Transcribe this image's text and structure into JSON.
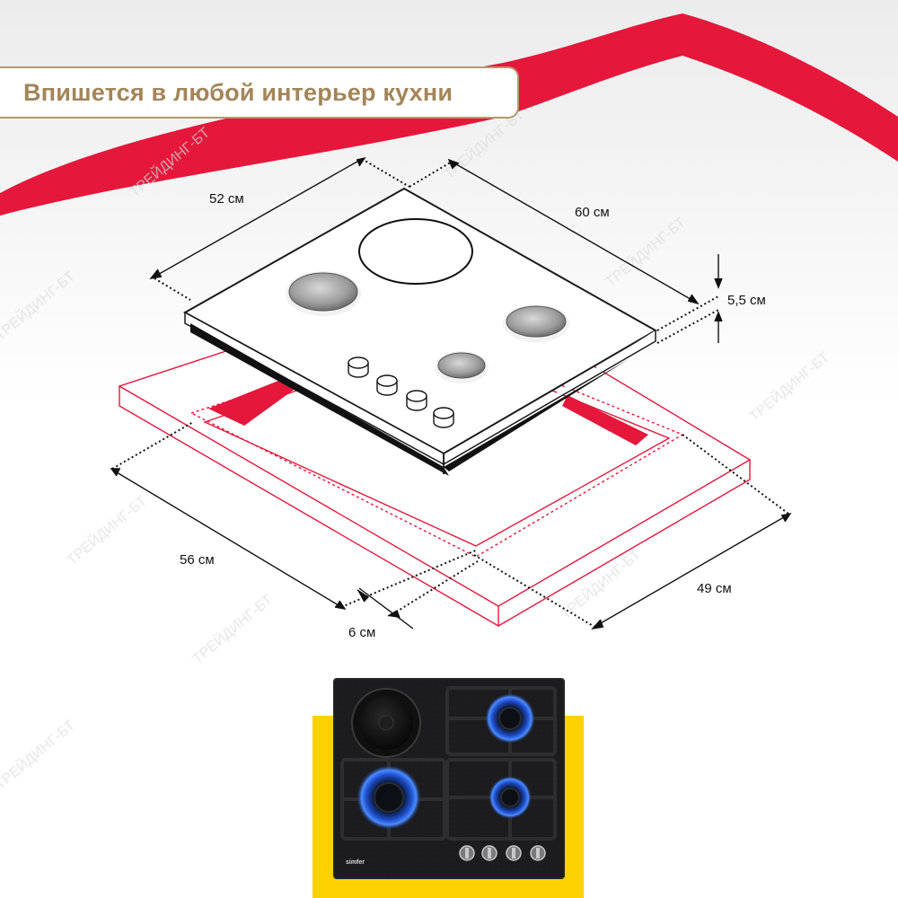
{
  "headline": "Впишется в любой интерьер кухни",
  "dimensions": {
    "depth_top": "52 см",
    "width_top": "60 см",
    "height": "5,5 см",
    "cutout_width": "56 см",
    "cutout_depth": "49 см",
    "gap": "6 см"
  },
  "product": {
    "brand": "simfer",
    "burners": [
      "electric-plate",
      "gas-burner",
      "gas-burner",
      "gas-burner"
    ],
    "knob_count": 4
  },
  "colors": {
    "accent_red": "#e5173b",
    "headline_gold": "#a48558",
    "photo_backdrop": "#fed200",
    "flame_blue": "#2d6cff"
  }
}
